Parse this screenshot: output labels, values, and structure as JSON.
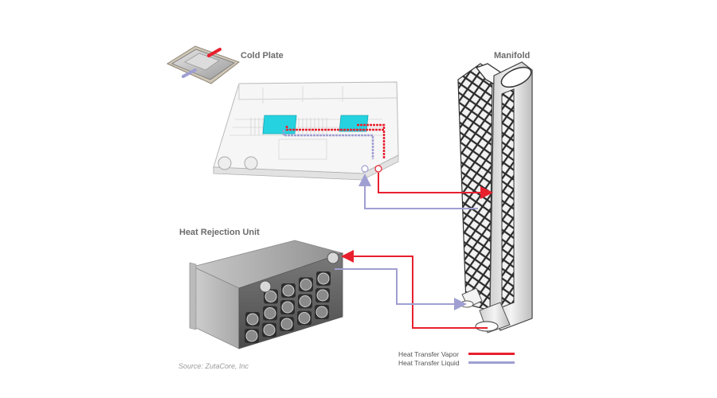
{
  "labels": {
    "cold_plate": "Cold Plate",
    "manifold": "Manifold",
    "heat_rejection_unit": "Heat Rejection Unit"
  },
  "source": "Source: ZutaCore, Inc",
  "legend": [
    {
      "label": "Heat Transfer Vapor",
      "color": "#e8202e"
    },
    {
      "label": "Heat Transfer Liquid",
      "color": "#a09fd2"
    }
  ],
  "colors": {
    "vapor": "#e8202e",
    "liquid": "#a09fd2",
    "cold_plate_highlight": "#25d3e0"
  }
}
